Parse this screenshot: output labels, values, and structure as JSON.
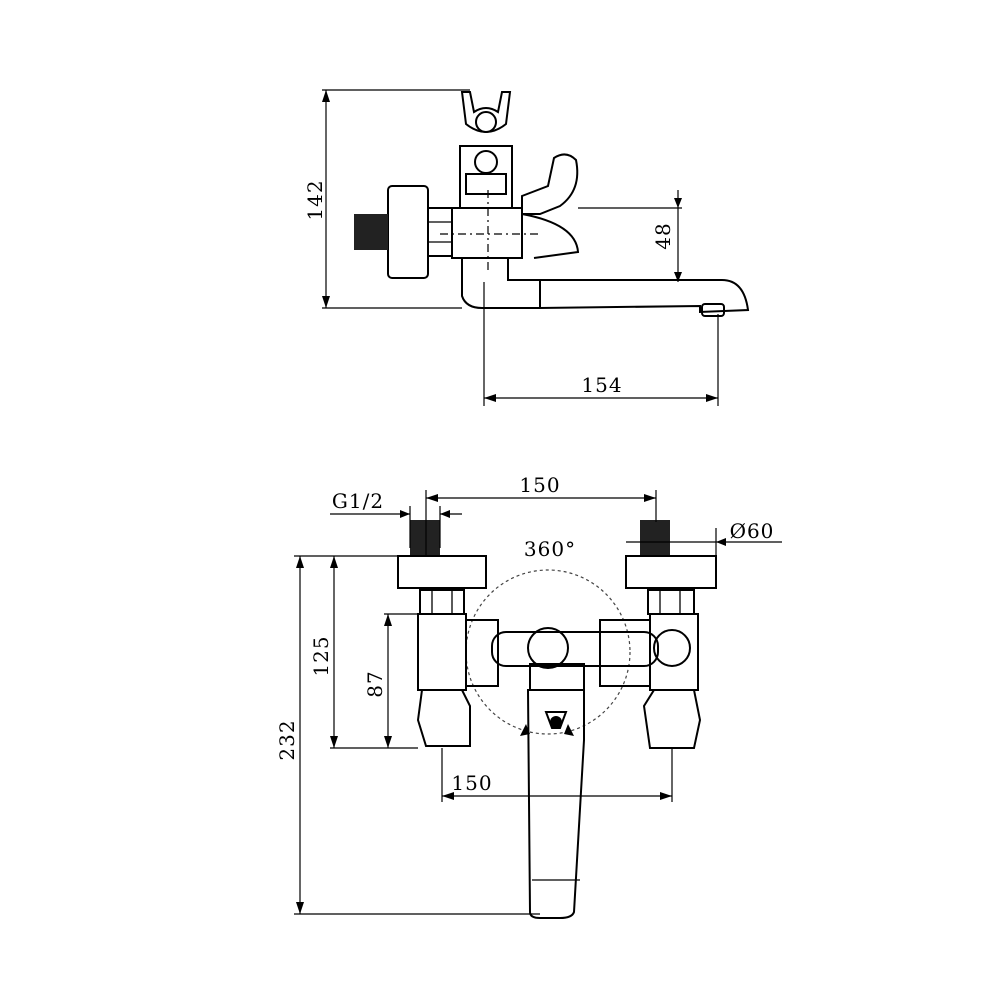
{
  "drawing": {
    "top_view": {
      "height_total": "142",
      "spout_offset": "48",
      "spout_reach": "154"
    },
    "front_view": {
      "thread_size": "G1/2",
      "centers_top": "150",
      "escutcheon_dia": "Ø60",
      "rotation": "360°",
      "height_125": "125",
      "height_87": "87",
      "height_232": "232",
      "centers_bottom": "150"
    }
  }
}
